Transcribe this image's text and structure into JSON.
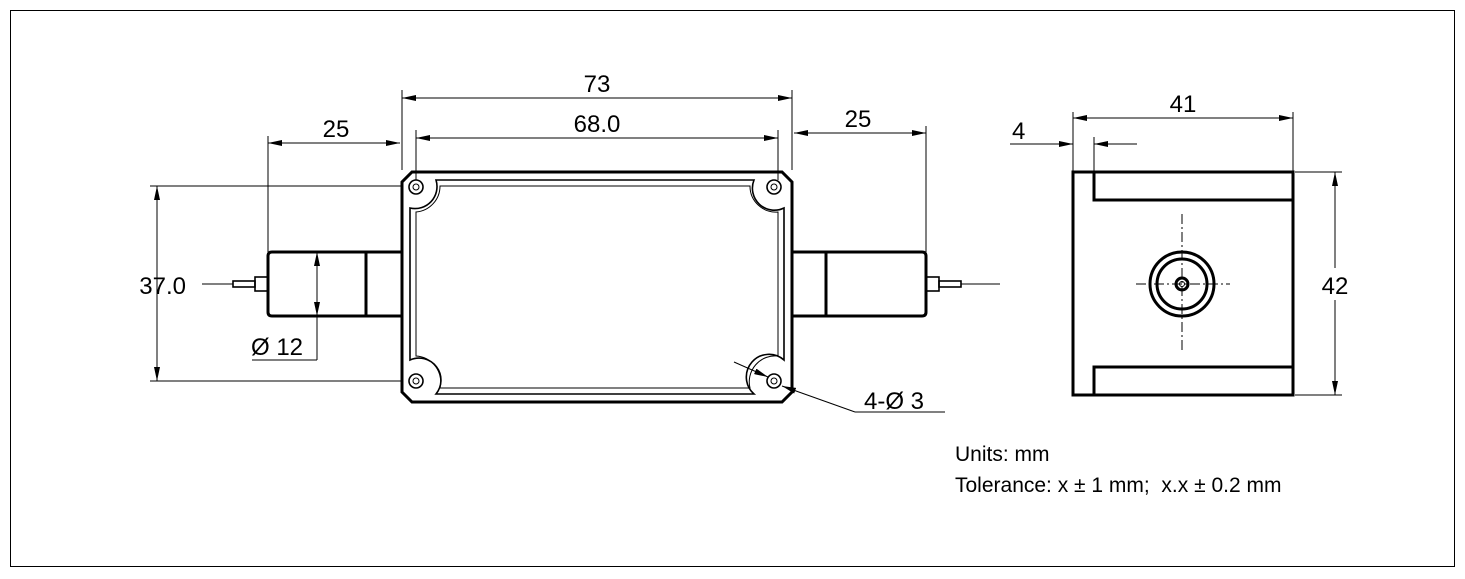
{
  "dimensions": {
    "overall_length": "73",
    "hole_spacing_length": "68.0",
    "left_pigtail": "25",
    "right_pigtail": "25",
    "hole_spacing_height": "37.0",
    "tube_diameter": "Ø 12",
    "mounting_holes": "4-Ø 3",
    "side_width": "41",
    "side_offset": "4",
    "side_height": "42"
  },
  "notes": {
    "units": "Units: mm",
    "tolerance": "Tolerance: x ± 1 mm;  x.x ± 0.2 mm"
  },
  "colors": {
    "line": "#000000",
    "background": "#ffffff"
  }
}
